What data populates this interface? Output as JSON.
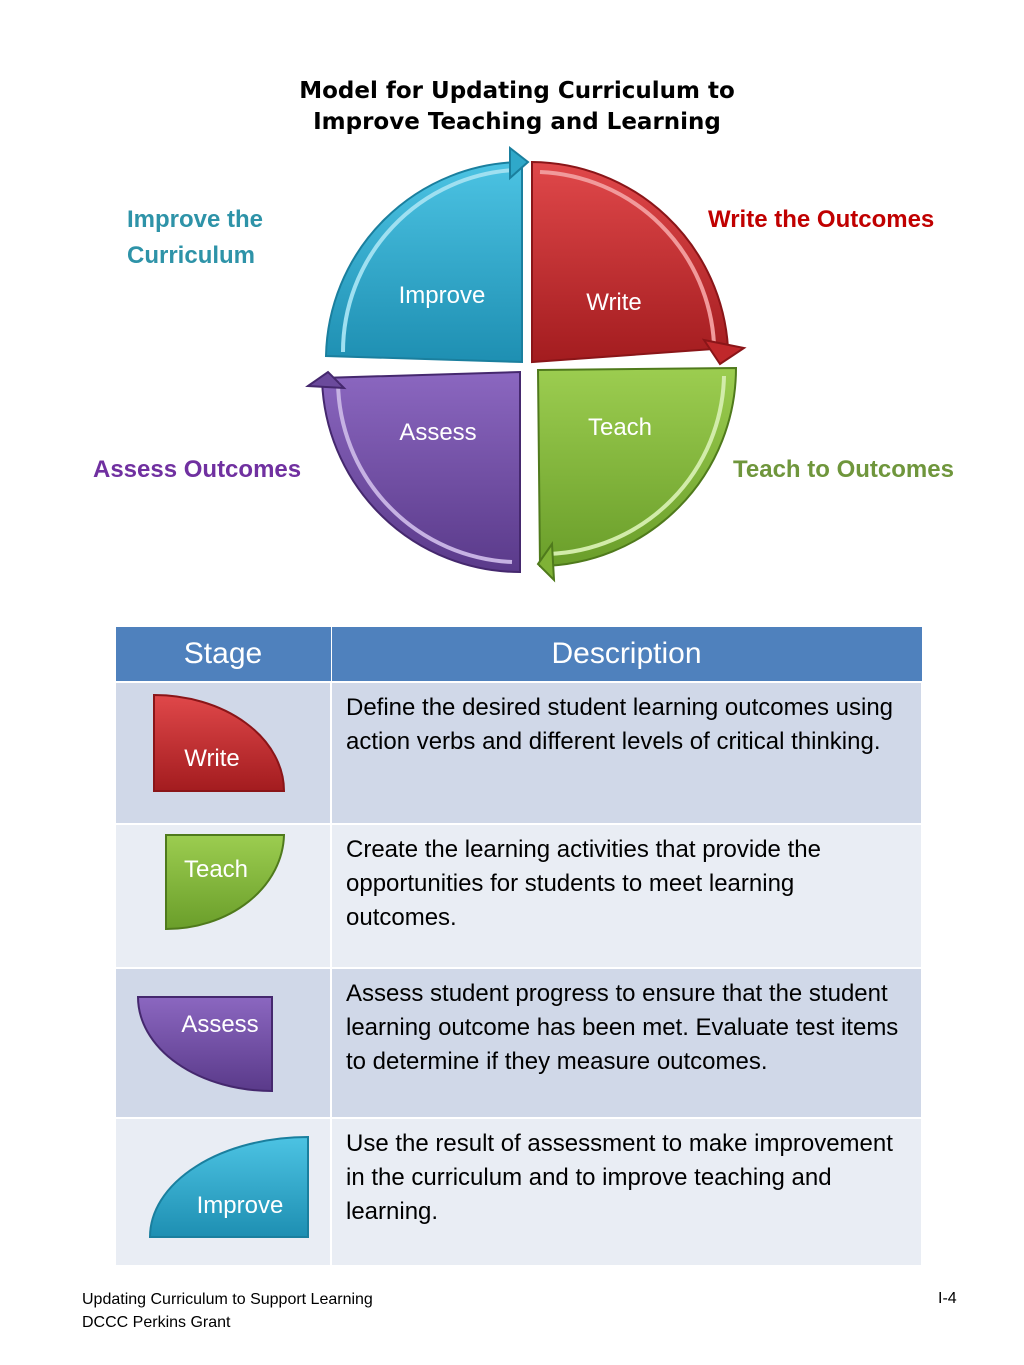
{
  "title_line1": "Model for Updating Curriculum to",
  "title_line2": "Improve Teaching and Learning",
  "corner_labels": {
    "improve_line1": "Improve the",
    "improve_line2": "Curriculum",
    "write": "Write the Outcomes",
    "assess": "Assess Outcomes",
    "teach": "Teach to Outcomes"
  },
  "segments": {
    "improve": "Improve",
    "write": "Write",
    "assess": "Assess",
    "teach": "Teach"
  },
  "colors": {
    "improve": "#2fa8c9",
    "write": "#c0282b",
    "assess": "#6b4a9c",
    "teach": "#7fb236",
    "header": "#4f81bd"
  },
  "table": {
    "headers": {
      "stage": "Stage",
      "description": "Description"
    },
    "rows": [
      {
        "stage": "Write",
        "description": "Define the desired student learning outcomes using action verbs and different levels of critical thinking."
      },
      {
        "stage": "Teach",
        "description": "Create the learning activities that provide the opportunities for students to meet learning outcomes."
      },
      {
        "stage": "Assess",
        "description": "Assess student progress to ensure that the student learning outcome has been met. Evaluate test items to determine if they measure outcomes."
      },
      {
        "stage": "Improve",
        "description": "Use the result of assessment to make improvement in the curriculum and to improve teaching and learning."
      }
    ]
  },
  "footer": {
    "line1": "Updating Curriculum to Support Learning",
    "line2": "DCCC Perkins Grant",
    "page": "I-4"
  }
}
